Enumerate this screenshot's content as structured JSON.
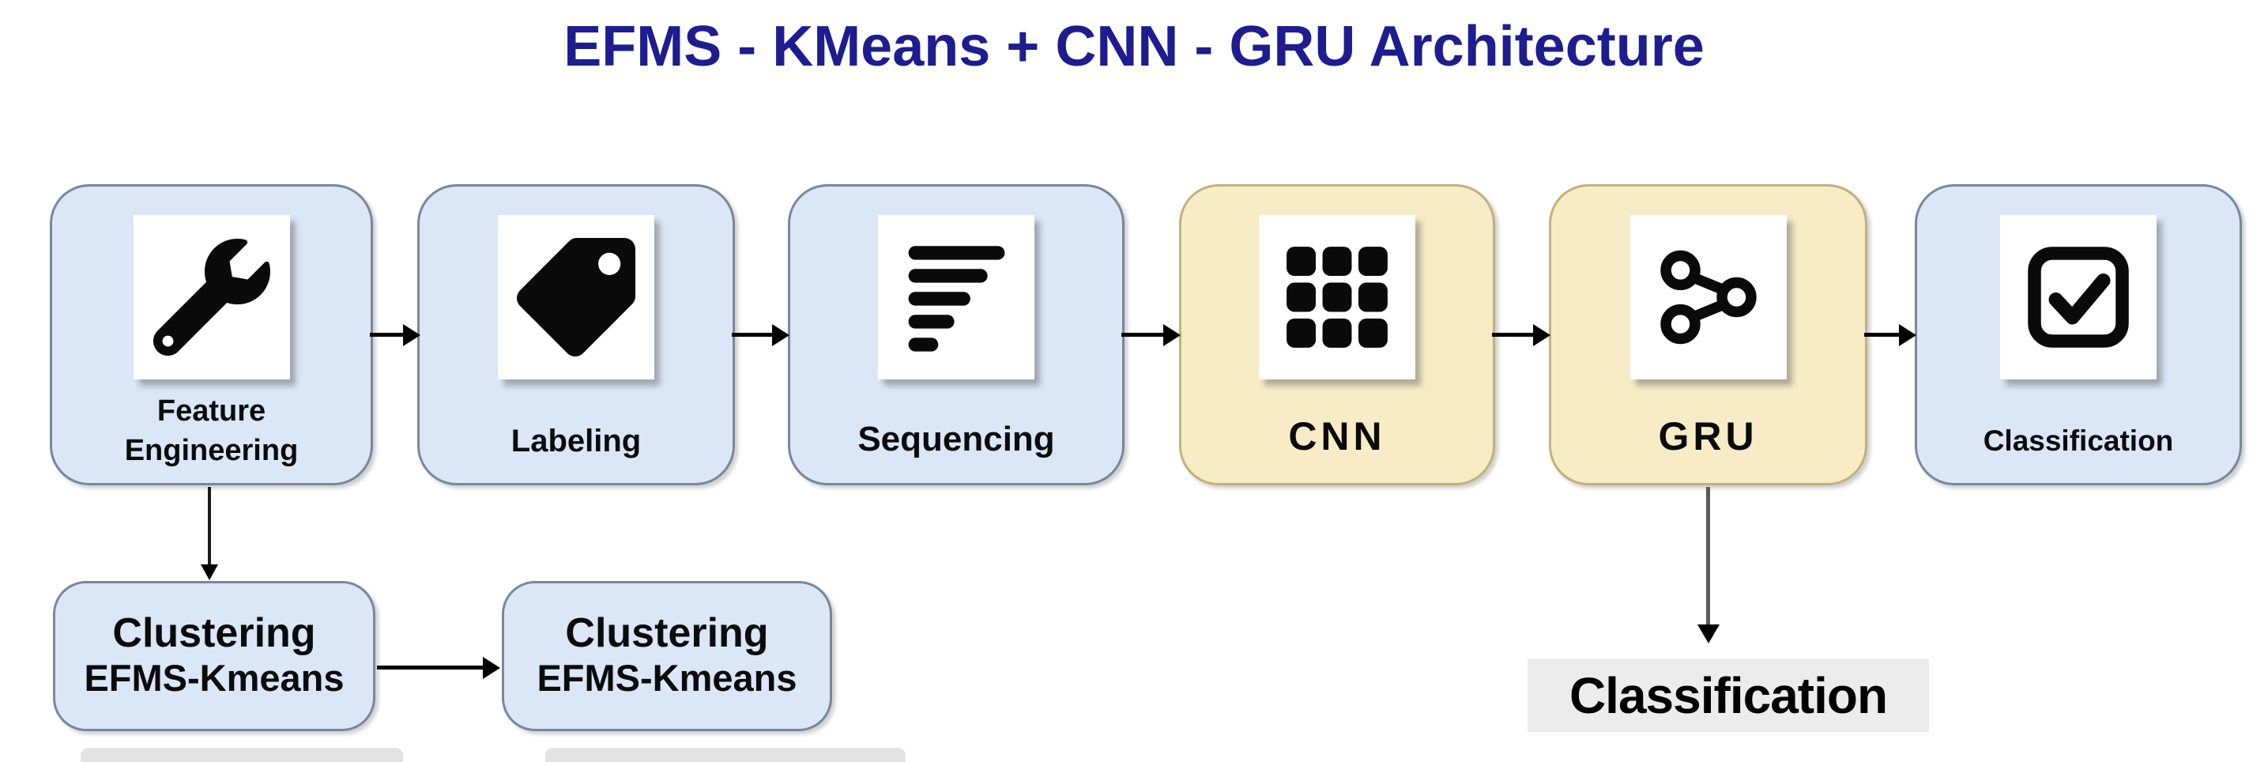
{
  "title": {
    "text": "EFMS - KMeans + CNN - GRU Architecture"
  },
  "pipeline": {
    "boxes": [
      {
        "name": "feature-engineering",
        "icon": "wrench-icon",
        "line1": "Feature",
        "line2": "Engineering",
        "theme": "blue"
      },
      {
        "name": "labeling",
        "icon": "tag-icon",
        "line1": "Labeling",
        "theme": "blue"
      },
      {
        "name": "sequencing",
        "icon": "signal-bars-icon",
        "line1": "Sequencing",
        "theme": "blue"
      },
      {
        "name": "cnn",
        "icon": "grid-icon",
        "line1": "CNN",
        "theme": "yellow"
      },
      {
        "name": "gru",
        "icon": "share-nodes-icon",
        "line1": "GRU",
        "theme": "yellow"
      },
      {
        "name": "classification",
        "icon": "checkbox-check-icon",
        "line1": "Classification",
        "theme": "blue"
      }
    ]
  },
  "clustering_row": {
    "box1": {
      "line1": "Clustering",
      "line2": "EFMS-Kmeans"
    },
    "box2": {
      "line1": "Clustering",
      "line2": "EFMS-Kmeans"
    }
  },
  "output": {
    "classification_label": "Classification"
  },
  "colors": {
    "title_text": "#1d1d8f",
    "blue_fill": "#dbe6f7",
    "blue_border": "#78879c",
    "yellow_fill": "#f8ecc6",
    "yellow_border": "#bfb37b",
    "label_text": "#0b0b0b",
    "output_highlight_bg": "#ececec",
    "arrow": "#000000"
  }
}
